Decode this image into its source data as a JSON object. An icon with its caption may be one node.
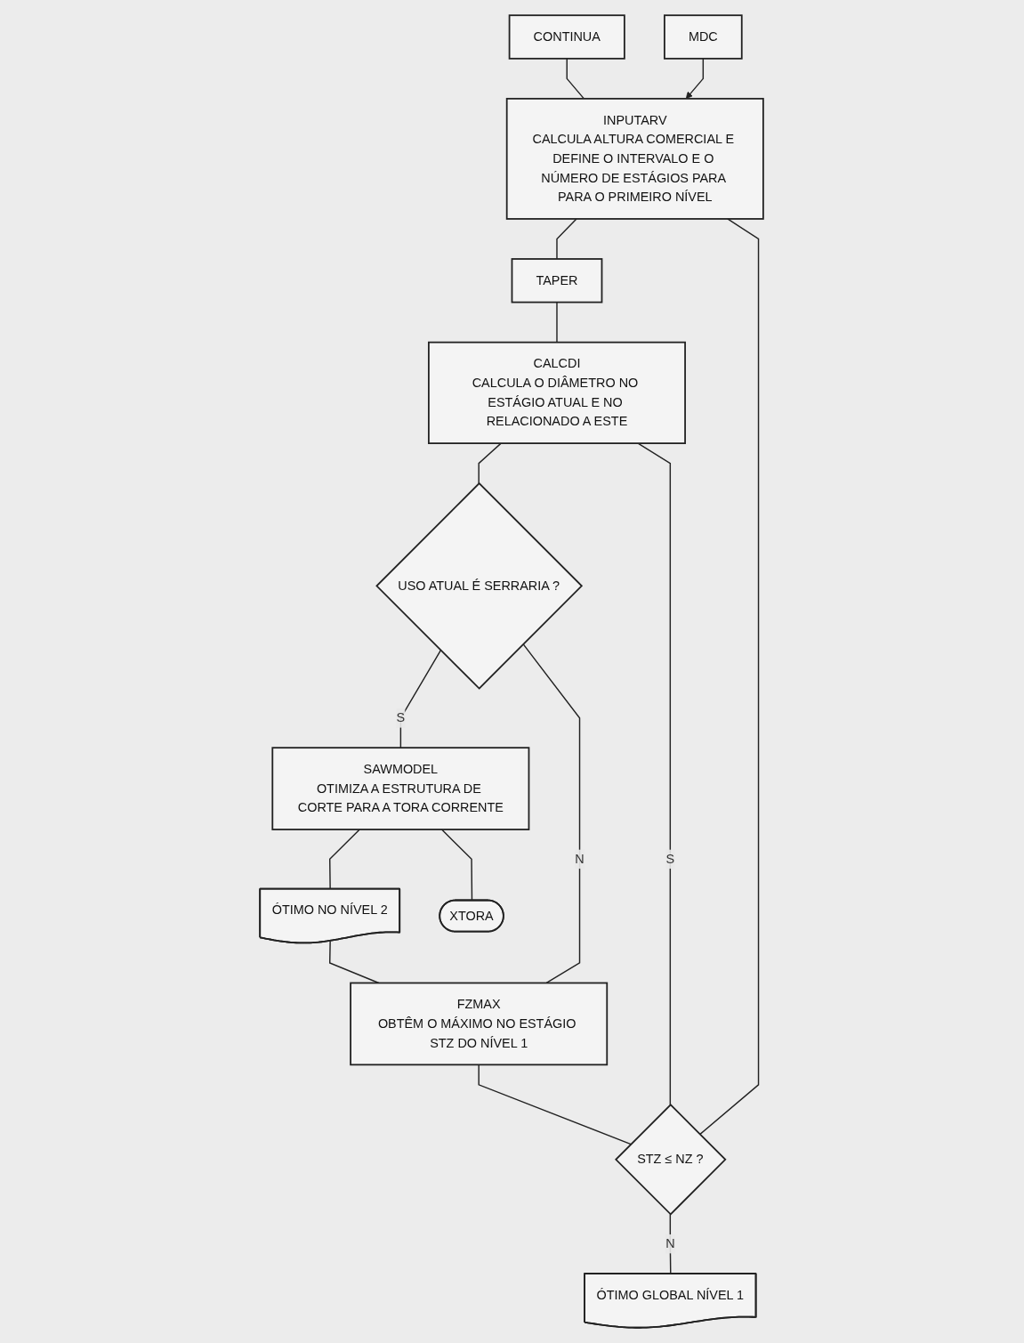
{
  "diagram": {
    "nodes": [
      {
        "text": [
          "CONTINUA"
        ]
      },
      {
        "text": [
          "INPUTARV",
          "CALCULA ALTURA COMERCIAL E DEFINE O INTERVALO E O NÚMERO DE ESTÁGIOS PARA PARA O PRIMEIRO NÍVEL"
        ]
      },
      {
        "text": [
          "MDC"
        ]
      },
      {
        "text": [
          "TAPER"
        ]
      },
      {
        "text": [
          "STZ ≤ NZ ?"
        ]
      },
      {
        "text": [
          "ÓTIMO GLOBAL NÍVEL 1"
        ]
      },
      {
        "text": [
          "CALCDI",
          "CALCULA O DIÂMETRO NO ESTÁGIO ATUAL E NO RELACIONADO A ESTE"
        ]
      },
      {
        "text": [
          "USO ATUAL É SERRARIA ?"
        ]
      },
      {
        "text": [
          "SAWMODEL",
          "OTIMIZA A ESTRUTURA DE CORTE PARA A TORA CORRENTE"
        ]
      },
      {
        "text": [
          "ÓTIMO NO NÍVEL 2"
        ]
      },
      {
        "text": [
          "XTORA"
        ]
      },
      {
        "text": [
          "FZMAX",
          "OBTÊM O MÁXIMO NO ESTÁGIO STZ DO NÍVEL 1"
        ]
      }
    ],
    "edges": [
      {
        "from": 0,
        "to": 1,
        "arrow": "none"
      },
      {
        "from": 2,
        "to": 1,
        "arrow": "to"
      },
      {
        "from": 1,
        "to": 3,
        "arrow": "none"
      },
      {
        "from": 3,
        "to": 6,
        "arrow": "none"
      },
      {
        "from": 1,
        "to": 4,
        "arrow": "none"
      },
      {
        "from": 11,
        "to": 4,
        "arrow": "none"
      },
      {
        "from": 4,
        "to": 5,
        "label": "N",
        "arrow": "none"
      },
      {
        "from": 4,
        "to": 6,
        "label": "S",
        "arrow": "none"
      },
      {
        "from": 6,
        "to": 7,
        "arrow": "none"
      },
      {
        "from": 7,
        "to": 8,
        "label": "S",
        "arrow": "none"
      },
      {
        "from": 7,
        "to": 11,
        "label": "N",
        "arrow": "none"
      },
      {
        "from": 8,
        "to": 9,
        "arrow": "none"
      },
      {
        "from": 9,
        "to": 11,
        "arrow": "none"
      },
      {
        "from": 8,
        "to": 10,
        "arrow": "none"
      }
    ]
  }
}
